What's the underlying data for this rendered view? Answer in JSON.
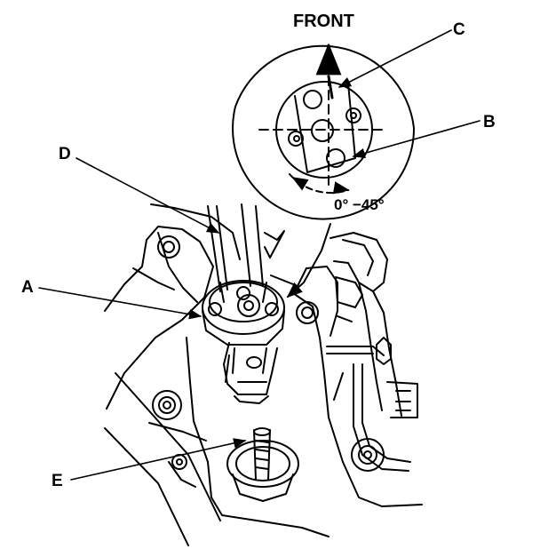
{
  "diagram": {
    "direction_label": "FRONT",
    "angle_label": "0° −45°",
    "callouts": {
      "a": "A",
      "b": "B",
      "c": "C",
      "d": "D",
      "e": "E"
    }
  },
  "colors": {
    "line": "#000000",
    "background": "#ffffff"
  }
}
